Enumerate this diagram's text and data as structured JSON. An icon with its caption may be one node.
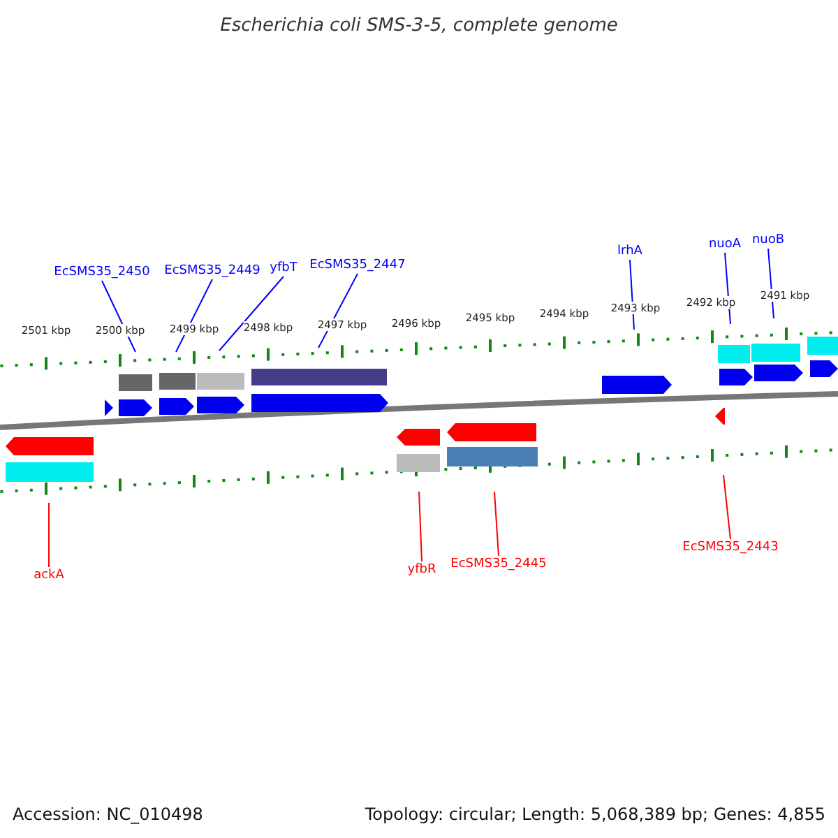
{
  "diagram": {
    "title": "Escherichia coli SMS-3-5, complete genome",
    "nodes": [
      {
        "text": [
          "EcSMS35_2450"
        ]
      },
      {
        "text": [
          "EcSMS35_2449"
        ]
      },
      {
        "text": [
          "yfbT"
        ]
      },
      {
        "text": [
          "EcSMS35_2447"
        ]
      },
      {
        "text": [
          "lrhA"
        ]
      },
      {
        "text": [
          "nuoA"
        ]
      },
      {
        "text": [
          "nuoB"
        ]
      },
      {
        "text": [
          "ackA"
        ]
      },
      {
        "text": [
          "yfbR"
        ]
      },
      {
        "text": [
          "EcSMS35_2445"
        ]
      },
      {
        "text": [
          "EcSMS35_2443"
        ]
      }
    ],
    "edges": [
      {
        "from": 0,
        "to": null,
        "arrow": "none"
      },
      {
        "from": 1,
        "to": null,
        "arrow": "none"
      },
      {
        "from": 2,
        "to": null,
        "arrow": "none"
      },
      {
        "from": 3,
        "to": null,
        "arrow": "none"
      },
      {
        "from": 4,
        "to": null,
        "arrow": "none"
      },
      {
        "from": 5,
        "to": null,
        "arrow": "none"
      },
      {
        "from": 6,
        "to": null,
        "arrow": "none"
      },
      {
        "from": 7,
        "to": null,
        "arrow": "none",
        "color": "#ff0000"
      },
      {
        "from": 8,
        "to": null,
        "arrow": "none",
        "color": "#ff0000"
      },
      {
        "from": 9,
        "to": null,
        "arrow": "none",
        "color": "#ff0000"
      },
      {
        "from": 10,
        "to": null,
        "arrow": "none",
        "color": "#ff0000"
      }
    ],
    "labels": [
      "2501 kbp",
      "2500 kbp",
      "2499 kbp",
      "2498 kbp",
      "2497 kbp",
      "2496 kbp",
      "2495 kbp",
      "2494 kbp",
      "2493 kbp",
      "2492 kbp",
      "2491 kbp",
      "Accession: NC_010498",
      "Topology: circular; Length: 5,068,389 bp; Genes: 4,855"
    ]
  }
}
